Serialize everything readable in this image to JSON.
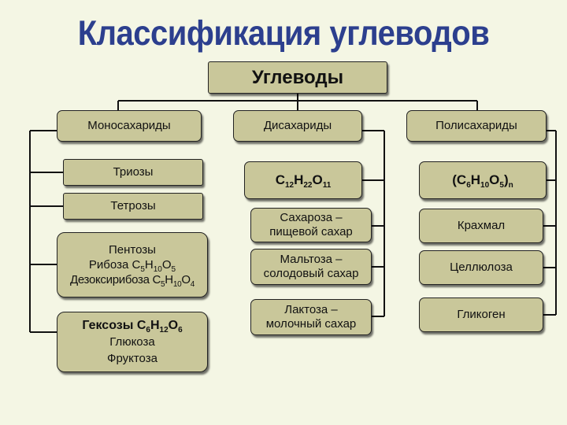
{
  "title": "Классификация углеводов",
  "root": "Углеводы",
  "mono": {
    "header": "Моносахариды",
    "trioses": "Триозы",
    "tetroses": "Тетрозы",
    "pentoses": {
      "label": "Пентозы",
      "ribose": "Рибоза",
      "deoxyribose": "Дезоксирибоза",
      "formula_ribose": {
        "c": "C",
        "c_n": "5",
        "h": "H",
        "h_n": "10",
        "o": "O",
        "o_n": "5"
      },
      "formula_deoxy": {
        "c": "C",
        "c_n": "5",
        "h": "H",
        "h_n": "10",
        "o": "O",
        "o_n": "4"
      }
    },
    "hexoses": {
      "label": "Гексозы",
      "formula": {
        "c": "C",
        "c_n": "6",
        "h": "H",
        "h_n": "12",
        "o": "O",
        "o_n": "6"
      },
      "glucose": "Глюкоза",
      "fructose": "Фруктоза"
    }
  },
  "di": {
    "header": "Дисахариды",
    "formula": {
      "c": "C",
      "c_n": "12",
      "h": "H",
      "h_n": "22",
      "o": "O",
      "o_n": "11"
    },
    "sucrose_1": "Сахароза –",
    "sucrose_2": "пищевой сахар",
    "maltose_1": "Мальтоза –",
    "maltose_2": "солодовый сахар",
    "lactose_1": "Лактоза –",
    "lactose_2": "молочный сахар"
  },
  "poly": {
    "header": "Полисахариды",
    "formula": {
      "open": "(C",
      "c_n": "6",
      "h": "H",
      "h_n": "10",
      "o": "O",
      "o_n": "5",
      "close": ")",
      "n": "n"
    },
    "starch": "Крахмал",
    "cellulose": "Целлюлоза",
    "glycogen": "Гликоген"
  },
  "colors": {
    "box": "#c9c79a",
    "background": "#f4f6e4",
    "title": "#2c3f8e",
    "line": "#111111"
  }
}
